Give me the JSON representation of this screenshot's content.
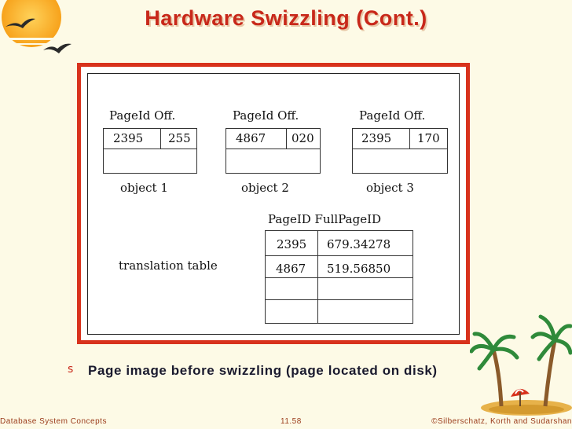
{
  "slide": {
    "title": "Hardware Swizzling (Cont.)",
    "accent_color": "#c8281a",
    "frame_color": "#d8321c"
  },
  "figure": {
    "objects": [
      {
        "header": "PageId  Off.",
        "page_id": "2395",
        "offset": "255",
        "label": "object 1"
      },
      {
        "header": "PageId  Off.",
        "page_id": "4867",
        "offset": "020",
        "label": "object 2"
      },
      {
        "header": "PageId  Off.",
        "page_id": "2395",
        "offset": "170",
        "label": "object 3"
      }
    ],
    "table": {
      "header": "PageID  FullPageID",
      "caption": "translation table",
      "rows": [
        {
          "page_id": "2395",
          "full_page_id": "679.34278"
        },
        {
          "page_id": "4867",
          "full_page_id": "519.56850"
        }
      ]
    }
  },
  "bullet": {
    "marker": "s",
    "text": "Page image before swizzling (page located on disk)"
  },
  "footer": {
    "left": "Database System Concepts",
    "center": "11.58",
    "right": "©Silberschatz, Korth and Sudarshan"
  },
  "decor": {
    "sun_icon": "sun-icon",
    "bird_icon": "bird-icon",
    "island_icon": "palm-island-icon"
  }
}
